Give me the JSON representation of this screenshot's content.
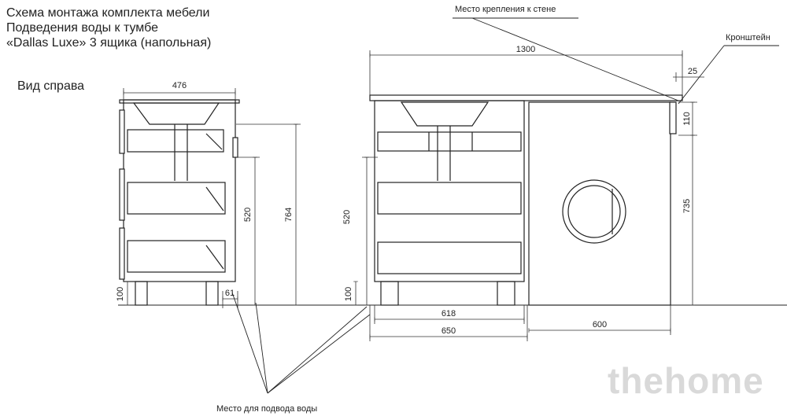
{
  "title": {
    "line1": "Схема монтажа комплекта мебели",
    "line2": "Подведения воды к тумбе",
    "line3": "«Dallas Luxe» 3 ящика (напольная)"
  },
  "side_view_label": "Вид справа",
  "callouts": {
    "wall_mount": "Место крепления к стене",
    "bracket": "Кронштейн",
    "water_supply": "Место для подвода воды"
  },
  "dimensions": {
    "side_width": "476",
    "side_height": "764",
    "side_water_height": "520",
    "side_leg_height": "100",
    "side_water_offset": "61",
    "total_width": "1300",
    "bracket_offset": "25",
    "bracket_height": "110",
    "wm_height": "735",
    "front_water_height": "520",
    "front_leg_height": "100",
    "cabinet_inner_width": "618",
    "cabinet_width": "650",
    "washer_width": "600"
  },
  "watermark": "thehome",
  "colors": {
    "line": "#222222",
    "dim": "#333333",
    "watermark": "#d9d9d9"
  }
}
